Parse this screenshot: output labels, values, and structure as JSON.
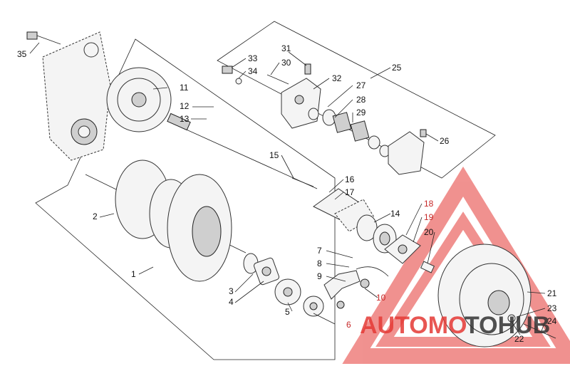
{
  "callouts": {
    "c1": "1",
    "c2": "2",
    "c3": "3",
    "c4": "4",
    "c5": "5",
    "c6": "6",
    "c7": "7",
    "c8": "8",
    "c9": "9",
    "c10": "10",
    "c11": "11",
    "c12": "12",
    "c13": "13",
    "c14": "14",
    "c15": "15",
    "c16": "16",
    "c17": "17",
    "c18": "18",
    "c19": "19",
    "c20": "20",
    "c21": "21",
    "c22": "22",
    "c23": "23",
    "c24": "24",
    "c25": "25",
    "c26": "26",
    "c27": "27",
    "c28": "28",
    "c29": "29",
    "c30": "30",
    "c31": "31",
    "c32": "32",
    "c33": "33",
    "c34": "34",
    "c35": "35"
  },
  "watermark": {
    "text_a": "AUTOMO",
    "text_b": "TOHUB",
    "color_red": "#e53935",
    "color_dark": "#333333"
  }
}
